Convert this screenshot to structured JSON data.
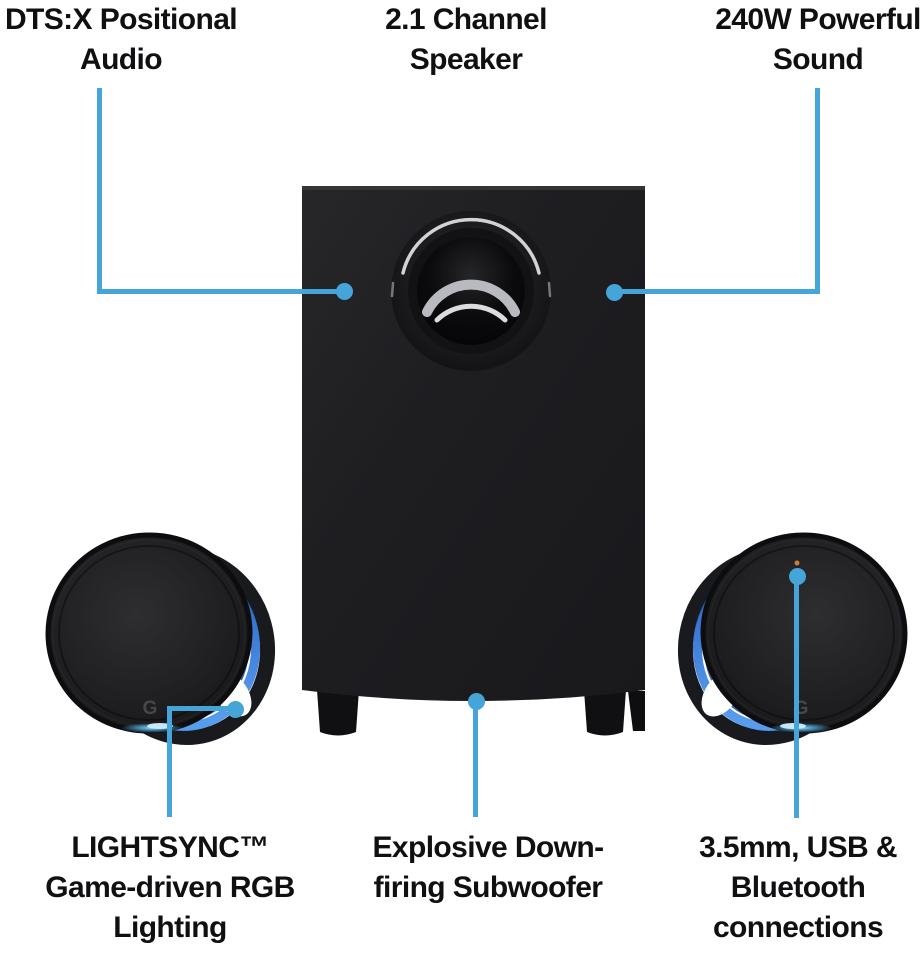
{
  "colors": {
    "accent": "#45a4d8",
    "text": "#101012",
    "background": "#ffffff",
    "product_black": "#1d1d1f",
    "rgb_band_blue": "#2f6fd0",
    "glow_cyan": "#55c3ff",
    "led_orange": "#cf7b33"
  },
  "callouts": {
    "dtsx": {
      "line1": "DTS:X Positional",
      "line2": "Audio"
    },
    "channel": {
      "line1": "2.1 Channel",
      "line2": "Speaker"
    },
    "power": {
      "line1": "240W Powerful",
      "line2": "Sound"
    },
    "lightsync": {
      "line1": "LIGHTSYNC™",
      "line2": "Game-driven RGB",
      "line3": "Lighting"
    },
    "subwoofer": {
      "line1": "Explosive Down-",
      "line2": "firing Subwoofer"
    },
    "connections": {
      "line1": "3.5mm, USB &",
      "line2": "Bluetooth",
      "line3": "connections"
    }
  }
}
